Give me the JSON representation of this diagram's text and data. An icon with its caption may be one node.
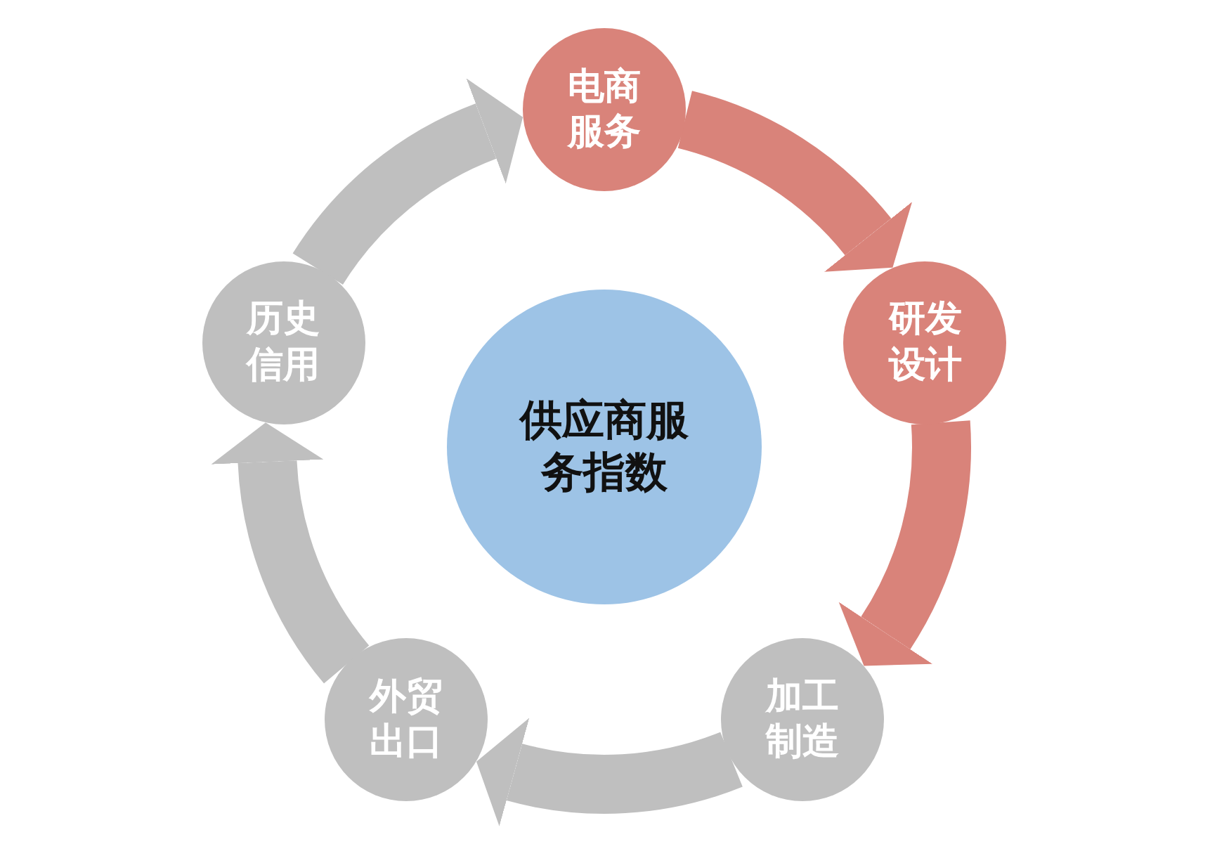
{
  "diagram": {
    "nodes": [
      {
        "text": [
          "电商服务"
        ]
      },
      {
        "text": [
          "研发设计"
        ]
      },
      {
        "text": [
          "加工制造"
        ]
      },
      {
        "text": [
          "外贸出口"
        ]
      },
      {
        "text": [
          "历史信用"
        ]
      },
      {
        "text": [
          "供应商服务指数"
        ]
      }
    ],
    "edges": [
      {
        "from": 0,
        "to": 1,
        "arrow": "to",
        "color": "#d9837a"
      },
      {
        "from": 1,
        "to": 2,
        "arrow": "to",
        "color": "#d9837a"
      },
      {
        "from": 2,
        "to": 3,
        "arrow": "to"
      },
      {
        "from": 3,
        "to": 4,
        "arrow": "to"
      },
      {
        "from": 4,
        "to": 0,
        "arrow": "to"
      }
    ]
  }
}
